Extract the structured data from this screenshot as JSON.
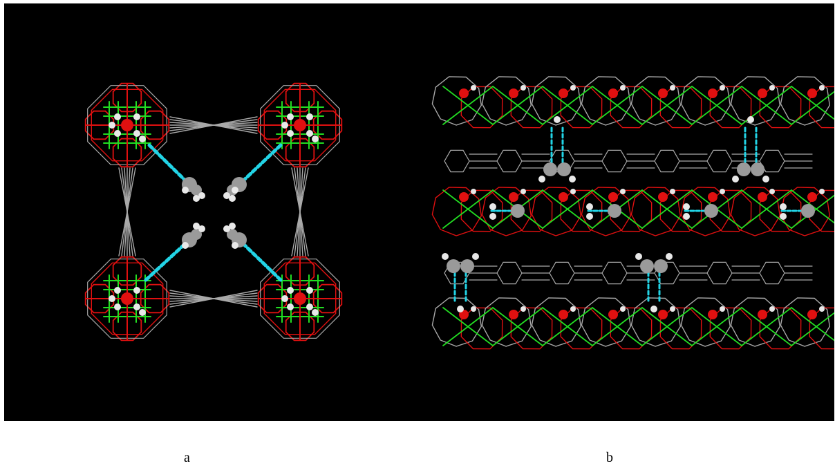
{
  "panels": [
    {
      "id": "a",
      "caption": "a"
    },
    {
      "id": "b",
      "caption": "b"
    }
  ],
  "colors": {
    "background": "#000000",
    "framework_bond": "#a9a9a9",
    "oxygen": "#e01010",
    "metal_bond": "#22dd22",
    "hydrogen": "#e8e8e8",
    "guest_carbon": "#9a9a9a",
    "hbond": "#22d4e6"
  }
}
